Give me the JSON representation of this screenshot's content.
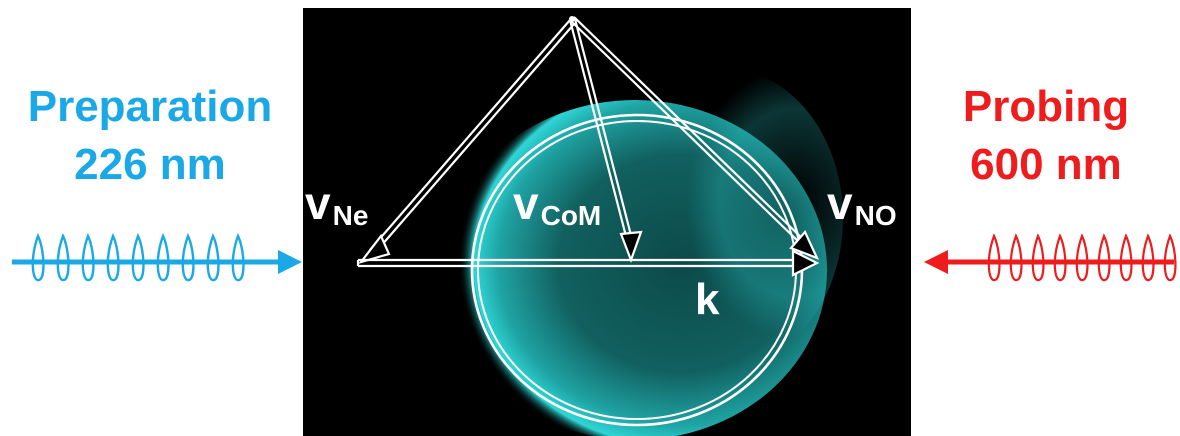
{
  "preparation": {
    "line1": "Preparation",
    "line2": "226 nm",
    "color": "#1aa9e6"
  },
  "probing": {
    "line1": "Probing",
    "line2": "600 nm",
    "color": "#ee1c1c"
  },
  "vectors": {
    "v_ne": {
      "symbol": "v",
      "subscript": "Ne"
    },
    "v_com": {
      "symbol": "v",
      "subscript": "CoM"
    },
    "v_no": {
      "symbol": "v",
      "subscript": "NO"
    },
    "k": "k"
  },
  "image": {
    "background": "#000000",
    "glow_color": "#2fd6d6"
  }
}
